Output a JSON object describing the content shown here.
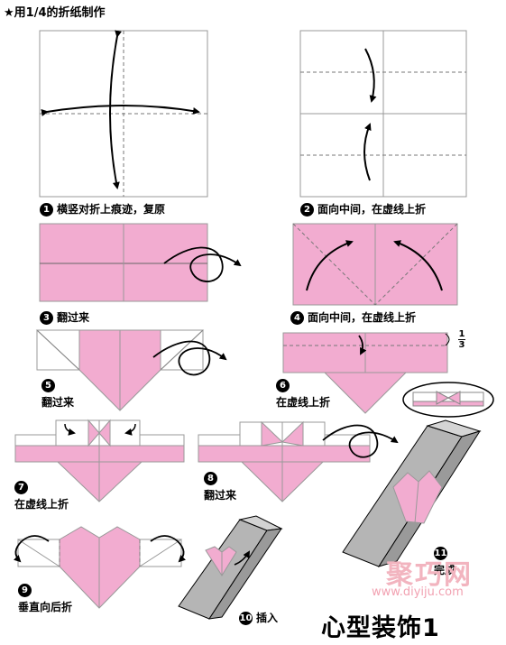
{
  "header": {
    "star": "★",
    "text": "用1/4的折纸制作"
  },
  "steps": [
    {
      "num": "1",
      "text": "横竖对折上痕迹，复原"
    },
    {
      "num": "2",
      "text": "面向中间，在虚线上折"
    },
    {
      "num": "3",
      "text": "翻过来"
    },
    {
      "num": "4",
      "text": "面向中间，在虚线上折"
    },
    {
      "num": "5",
      "text": "翻过来"
    },
    {
      "num": "6",
      "text": "在虚线上折"
    },
    {
      "num": "7",
      "text": "在虚线上折"
    },
    {
      "num": "8",
      "text": "翻过来"
    },
    {
      "num": "9",
      "text": "垂直向后折"
    },
    {
      "num": "10",
      "text": "插入"
    },
    {
      "num": "11",
      "text": "完成"
    }
  ],
  "fraction": {
    "numerator": "1",
    "denominator": "3"
  },
  "title": "心型装饰1",
  "watermark": {
    "brand": "聚巧网",
    "url": "www.diyiju.com"
  },
  "colors": {
    "paper_pink": "#f2acd0",
    "paper_white": "#ffffff",
    "stand_gray": "#b5b5b5",
    "watermark": "#f2b4bf"
  }
}
